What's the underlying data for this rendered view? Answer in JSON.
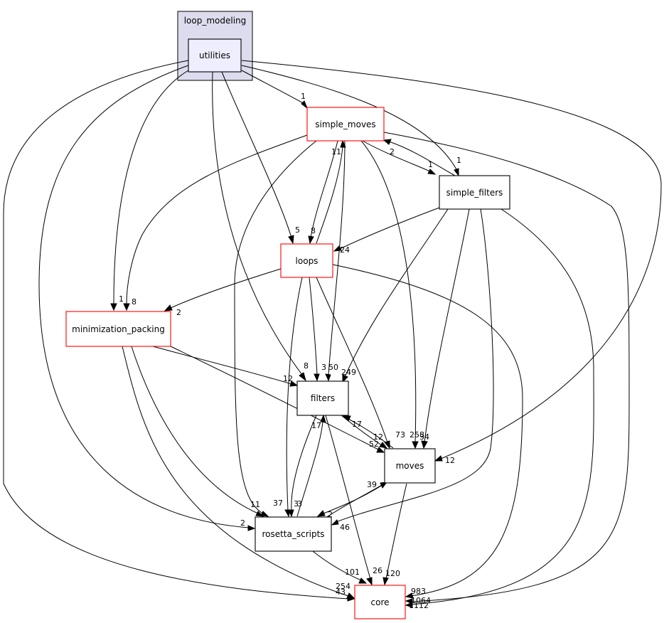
{
  "diagram": {
    "cluster": {
      "label": "loop_modeling"
    },
    "nodes": {
      "utilities": "utilities",
      "simple_moves": "simple_moves",
      "simple_filters": "simple_filters",
      "loops": "loops",
      "minimization_packing": "minimization_packing",
      "filters": "filters",
      "moves": "moves",
      "rosetta_scripts": "rosetta_scripts",
      "core": "core"
    },
    "edges": [
      {
        "from": "utilities",
        "to": "simple_moves",
        "label": "1"
      },
      {
        "from": "utilities",
        "to": "simple_filters",
        "label": "1"
      },
      {
        "from": "utilities",
        "to": "loops",
        "label": "5"
      },
      {
        "from": "utilities",
        "to": "minimization_packing",
        "label": "1"
      },
      {
        "from": "utilities",
        "to": "filters",
        "label": "8"
      },
      {
        "from": "utilities",
        "to": "moves",
        "label": "12"
      },
      {
        "from": "utilities",
        "to": "rosetta_scripts",
        "label": "2"
      },
      {
        "from": "utilities",
        "to": "core",
        "label": "43"
      },
      {
        "from": "simple_moves",
        "to": "simple_filters",
        "label": "1"
      },
      {
        "from": "simple_filters",
        "to": "simple_moves",
        "label": "2"
      },
      {
        "from": "simple_moves",
        "to": "loops",
        "label": "8"
      },
      {
        "from": "loops",
        "to": "simple_moves",
        "label": "11"
      },
      {
        "from": "simple_moves",
        "to": "minimization_packing",
        "label": "8"
      },
      {
        "from": "simple_moves",
        "to": "filters",
        "label": "50"
      },
      {
        "from": "simple_moves",
        "to": "moves",
        "label": "258"
      },
      {
        "from": "simple_moves",
        "to": "rosetta_scripts",
        "label": "37"
      },
      {
        "from": "simple_moves",
        "to": "core",
        "label": "1064"
      },
      {
        "from": "simple_filters",
        "to": "loops",
        "label": "24"
      },
      {
        "from": "simple_filters",
        "to": "filters",
        "label": "249"
      },
      {
        "from": "simple_filters",
        "to": "moves",
        "label": "34"
      },
      {
        "from": "simple_filters",
        "to": "rosetta_scripts",
        "label": "46"
      },
      {
        "from": "simple_filters",
        "to": "core",
        "label": "1112"
      },
      {
        "from": "loops",
        "to": "minimization_packing",
        "label": "2"
      },
      {
        "from": "loops",
        "to": "filters",
        "label": "3"
      },
      {
        "from": "loops",
        "to": "moves",
        "label": "73"
      },
      {
        "from": "loops",
        "to": "rosetta_scripts",
        "label": "3"
      },
      {
        "from": "loops",
        "to": "core",
        "label": "983"
      },
      {
        "from": "minimization_packing",
        "to": "filters",
        "label": "12"
      },
      {
        "from": "minimization_packing",
        "to": "moves",
        "label": "52"
      },
      {
        "from": "minimization_packing",
        "to": "rosetta_scripts",
        "label": "11"
      },
      {
        "from": "minimization_packing",
        "to": "core",
        "label": "254"
      },
      {
        "from": "filters",
        "to": "moves",
        "label": "12"
      },
      {
        "from": "moves",
        "to": "filters",
        "label": "17"
      },
      {
        "from": "filters",
        "to": "rosetta_scripts",
        "label": "3"
      },
      {
        "from": "rosetta_scripts",
        "to": "filters",
        "label": "17"
      },
      {
        "from": "filters",
        "to": "core",
        "label": "26"
      },
      {
        "from": "moves",
        "to": "rosetta_scripts",
        "label": "2"
      },
      {
        "from": "rosetta_scripts",
        "to": "moves",
        "label": "39"
      },
      {
        "from": "moves",
        "to": "core",
        "label": "120"
      },
      {
        "from": "rosetta_scripts",
        "to": "core",
        "label": "101"
      }
    ]
  },
  "colors": {
    "cluster_fill": "#dcdcee",
    "cluster_stroke": "#000000",
    "utilities_fill": "#eeeeff",
    "red_border": "#ff0000",
    "black_border": "#000000",
    "edge": "#000000"
  }
}
